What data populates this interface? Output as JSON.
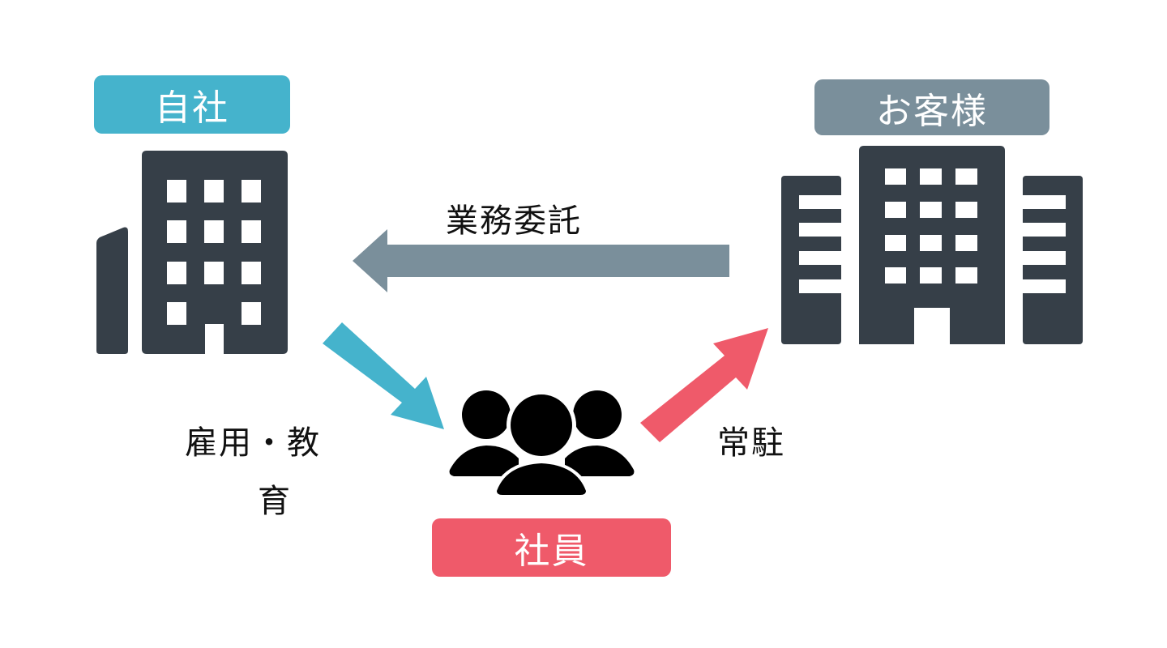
{
  "colors": {
    "company": "#45b3cc",
    "client": "#7a8f9b",
    "employee": "#ef5a6a",
    "building": "#363f48",
    "people": "#000000"
  },
  "tags": {
    "company": "自社",
    "client": "お客様",
    "employee": "社員"
  },
  "labels": {
    "outsourcing": "業務委託",
    "employment_line1": "雇用・教",
    "employment_line2": "育",
    "stationed": "常駐"
  },
  "icons": {
    "company": "office-building-icon",
    "client": "corporate-buildings-icon",
    "employee": "group-people-icon"
  }
}
